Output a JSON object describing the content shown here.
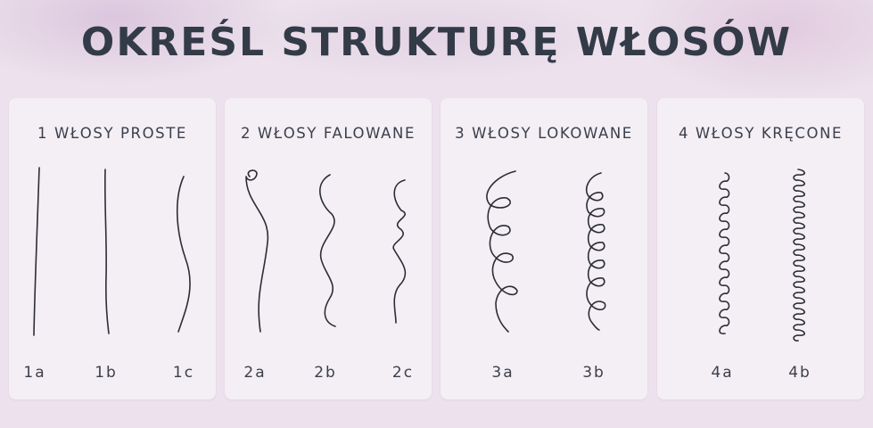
{
  "title": "OKREŚL STRUKTURĘ WŁOSÓW",
  "categories": [
    {
      "title": "1 WŁOSY PROSTE",
      "types": [
        "1a",
        "1b",
        "1c"
      ]
    },
    {
      "title": "2 WŁOSY FALOWANE",
      "types": [
        "2a",
        "2b",
        "2c"
      ]
    },
    {
      "title": "3 WŁOSY LOKOWANE",
      "types": [
        "3a",
        "3b"
      ]
    },
    {
      "title": "4 WŁOSY KRĘCONE",
      "types": [
        "4a",
        "4b"
      ]
    }
  ],
  "colors": {
    "background": "#ece1ec",
    "card": "#f4eff4",
    "text": "#333a48",
    "stroke": "#2b2d36"
  }
}
